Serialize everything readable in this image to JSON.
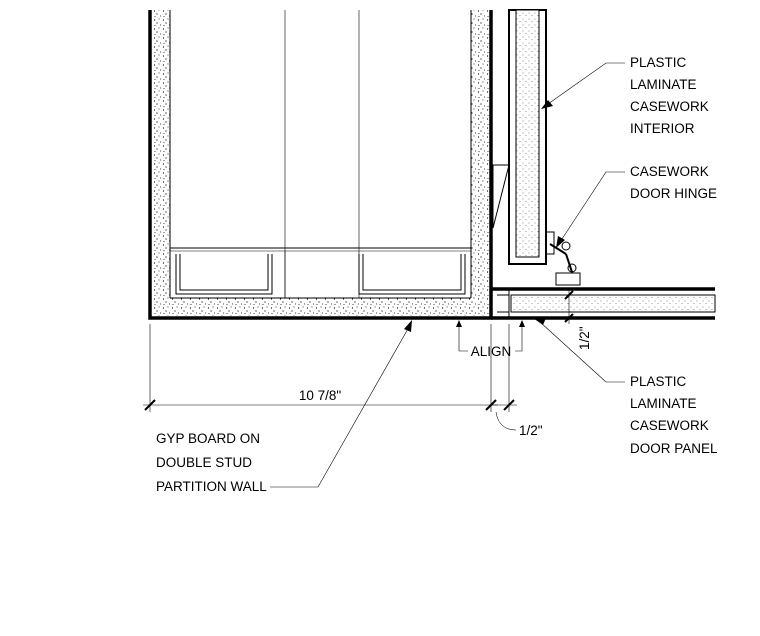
{
  "drawing": {
    "type": "architectural-section-detail",
    "colors": {
      "line": "#000000",
      "background": "#ffffff",
      "fill_gray": "#d9d9d9"
    }
  },
  "callouts": {
    "casework_interior": [
      "PLASTIC",
      "LAMINATE",
      "CASEWORK",
      "INTERIOR"
    ],
    "door_hinge": [
      "CASEWORK",
      "DOOR HINGE"
    ],
    "door_panel": [
      "PLASTIC",
      "LAMINATE",
      "CASEWORK",
      "DOOR PANEL"
    ],
    "partition_wall": [
      "GYP BOARD ON",
      "DOUBLE STUD",
      "PARTITION WALL"
    ]
  },
  "dimensions": {
    "wall_width": "10 7/8\"",
    "align": "ALIGN",
    "gap_bottom": "1/2\"",
    "gap_vertical": "1/2\""
  }
}
